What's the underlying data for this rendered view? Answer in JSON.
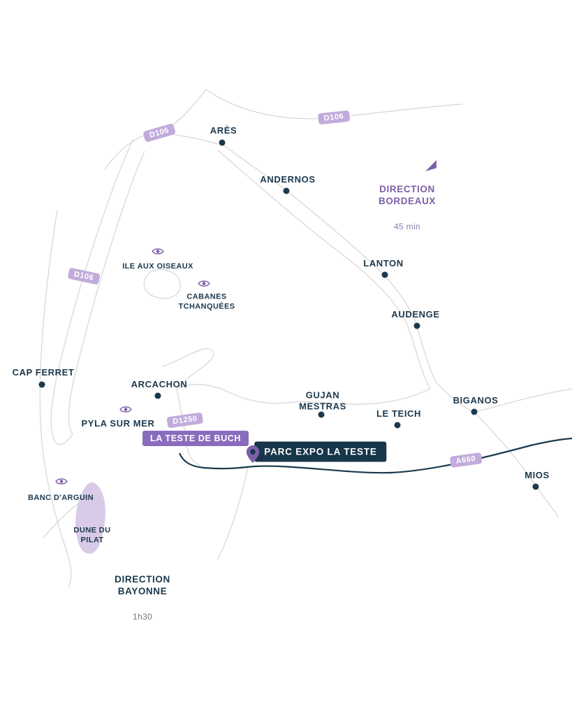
{
  "colors": {
    "navy": "#1b394e",
    "purple": "#7d5fa9",
    "road_badge_purple": "#c2abdc",
    "area_badge_purple": "#8a6cbd",
    "venue_navy": "#17364b",
    "coast_gray": "#d6d6d6",
    "dune_fill": "#d9cbe8"
  },
  "towns": [
    {
      "name": "ARÈS"
    },
    {
      "name": "ANDERNOS"
    },
    {
      "name": "LANTON"
    },
    {
      "name": "AUDENGE"
    },
    {
      "name": "CAP FERRET"
    },
    {
      "name": "ARCACHON"
    },
    {
      "name": "GUJAN\nMESTRAS"
    },
    {
      "name": "LE TEICH"
    },
    {
      "name": "BIGANOS"
    },
    {
      "name": "PYLA SUR MER"
    },
    {
      "name": "MIOS"
    }
  ],
  "pois": [
    {
      "name": "ILE AUX OISEAUX"
    },
    {
      "name": "CABANES\nTCHANQUÉES"
    },
    {
      "name": "BANC D'ARGUIN"
    },
    {
      "name": "DUNE DU\nPILAT"
    }
  ],
  "road_badges": [
    {
      "label": "D106"
    },
    {
      "label": "D106"
    },
    {
      "label": "D106"
    },
    {
      "label": "D1250"
    },
    {
      "label": "A660"
    }
  ],
  "area_badge": {
    "label": "LA TESTE DE BUCH"
  },
  "venue": {
    "label": "PARC EXPO LA TESTE"
  },
  "directions": {
    "bordeaux": {
      "label": "DIRECTION\nBORDEAUX",
      "time": "45 min"
    },
    "bayonne": {
      "label": "DIRECTION\nBAYONNE",
      "time": "1h30"
    }
  }
}
